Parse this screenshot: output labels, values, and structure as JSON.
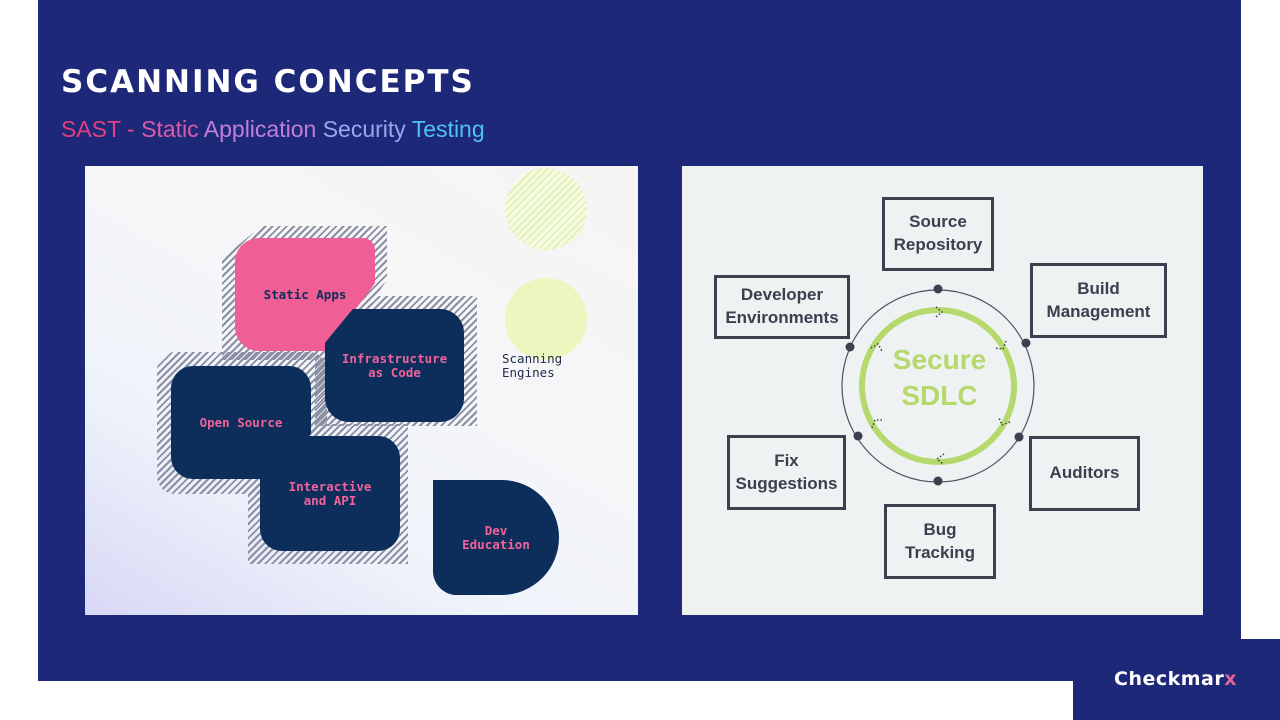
{
  "title": "SCANNING CONCEPTS",
  "subtitle": {
    "parts": [
      "SAST",
      " - ",
      "Static",
      " ",
      "Application",
      " ",
      "Security",
      " ",
      "Testing"
    ]
  },
  "left_diagram": {
    "tiles": {
      "static_apps": "Static Apps",
      "infrastructure": "Infrastructure\nas Code",
      "open_source": "Open Source",
      "interactive": "Interactive\nand API",
      "dev_education": "Dev\nEducation"
    },
    "scanning_engines": "Scanning\nEngines"
  },
  "sdlc": {
    "center_line1": "Secure",
    "center_line2": "SDLC",
    "boxes": {
      "source_repository": "Source\nRepository",
      "build_management": "Build\nManagement",
      "auditors": "Auditors",
      "bug_tracking": "Bug\nTracking",
      "fix_suggestions": "Fix\nSuggestions",
      "developer_environments": "Developer\nEnvironments"
    }
  },
  "brand": {
    "name": "Checkmar",
    "x": "x"
  },
  "colors": {
    "slide_bg": "#1e2878",
    "navy_tile": "#0d2d5a",
    "pink": "#ef5e95",
    "lime": "#b6d96e",
    "subtitle_gradient": [
      "#e0407f",
      "#d85ca6",
      "#c07fd8",
      "#9aa6ee",
      "#4fc3ee"
    ]
  }
}
